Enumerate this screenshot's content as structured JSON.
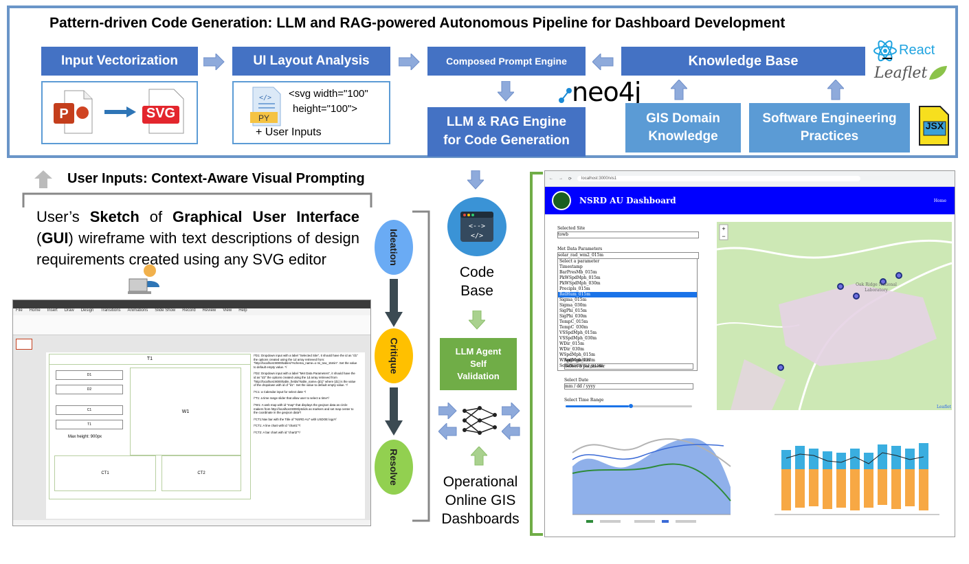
{
  "title": "Pattern-driven Code Generation: LLM and RAG-powered Autonomous Pipeline for Dashboard Development",
  "boxes": {
    "input_vectorization": "Input Vectorization",
    "ui_layout": "UI Layout Analysis",
    "prompt_engine": "Composed Prompt Engine",
    "knowledge_base": "Knowledge Base",
    "llm_engine_l1": "LLM & RAG Engine",
    "llm_engine_l2": "for Code Generation",
    "gis_l1": "GIS Domain",
    "gis_l2": "Knowledge",
    "se_l1": "Software Engineering",
    "se_l2": "Practices",
    "svg_label": "SVG",
    "py_label": "PY",
    "svg_code_l1": "<svg width=\"100\"",
    "svg_code_l2": "height=\"100\">",
    "plus_user": "+ User Inputs",
    "neo4j": "neo4j",
    "react": "React",
    "leaflet": "Leaflet",
    "jsx": "JSX"
  },
  "user_inputs_heading": "User Inputs: Context-Aware Visual Prompting",
  "sketch_text": {
    "p1": "User’s ",
    "b1": "Sketch",
    "p2": " of ",
    "b2": "Graphical User Interface",
    "p3": " (",
    "b3": "GUI",
    "p4": ") wireframe with text descriptions of design requirements created using any SVG editor"
  },
  "cycle": [
    "Ideation",
    "Critique",
    "Resolve"
  ],
  "code_base_l1": "Code",
  "code_base_l2": "Base",
  "agent_l1": "LLM Agent",
  "agent_l2": "Self",
  "agent_l3": "Validation",
  "operational": [
    "Operational",
    "Online GIS",
    "Dashboards"
  ],
  "ppt": {
    "slide_title": "T1",
    "inputs": [
      "D1",
      "D2",
      "C1",
      "T1"
    ],
    "map_label": "W1",
    "max_height": "Max height: 900px",
    "charts": [
      "CT1",
      "CT2"
    ],
    "menu": [
      "File",
      "Home",
      "Insert",
      "Draw",
      "Design",
      "Transitions",
      "Animations",
      "Slide Show",
      "Record",
      "Review",
      "View",
      "Help"
    ],
    "notes": [
      "/*D1: Dropdown input with a label \"Selected Site\", it should have the id as \"d1\" the options created using the 1d array retrieved from: \"http://localhost:8000/tables/?schema_name=o mi_tow_15min\". Set the value to default empty value. */",
      "/*D2: Dropdown input with a label \"Met Data Parameters\", it should have the id as \"d2\" the options created using the 1d array retrieved from \"http://localhost:8000/table_fields/?table_name={d1}\" where {d1} is the value of the dropdown with id of \"d1\". Set the value to default empty value. */",
      "/*C1: a Calendar input for select date */",
      "/*T1: a time range slider that allow user to select a time*/",
      "/*W1: A web map with id \"map\" that displays the geojson data as circle makers from http://localhost:8000/pts/ids as markers and set map center to the coordinate in the geojson data*/",
      "/*CT1:Nav bar with the Title of \"NSRD AU\" with USDOE logo*/",
      "/*CT1: A line chart with id \"chart1\"*/",
      "/*CT2: A bar chart with id \"chart2\"*/"
    ]
  },
  "dashboard": {
    "url": "localhost:3000/vis1",
    "title": "NSRD AU Dashboard",
    "home": "Home",
    "selected_site_label": "Selected Site",
    "selected_site_value": "towb",
    "met_label": "Met Data Parameters",
    "met_value": "solar_rad_wm2_015m",
    "options": [
      "Select a parameter",
      "Timestamp",
      "BarPresMb_015m",
      "PkWSpdMph_015m",
      "PkWSpdMph_030m",
      "Precipls_015m",
      "RelHum_015m",
      "Sigma_015m",
      "Sigma_030m",
      "SigPhi_015m",
      "SigPhi_030m",
      "TempC_015m",
      "TempC_030m",
      "VSSpdMph_015m",
      "VSSpdMph_030m",
      "WDir_015m",
      "WDir_030m",
      "WSpdMph_015m",
      "WSpdMph_030m",
      "SolarRadWm2_015m"
    ],
    "aggregation_label": "Aggregation",
    "aggregation_value": "Select a parameter",
    "date_label": "Select Date",
    "date_value": "mm / dd / yyyy",
    "time_label": "Select Time Range",
    "map_place": "Oak Ridge National Laboratory",
    "leaflet_credit": "Leaflet"
  }
}
